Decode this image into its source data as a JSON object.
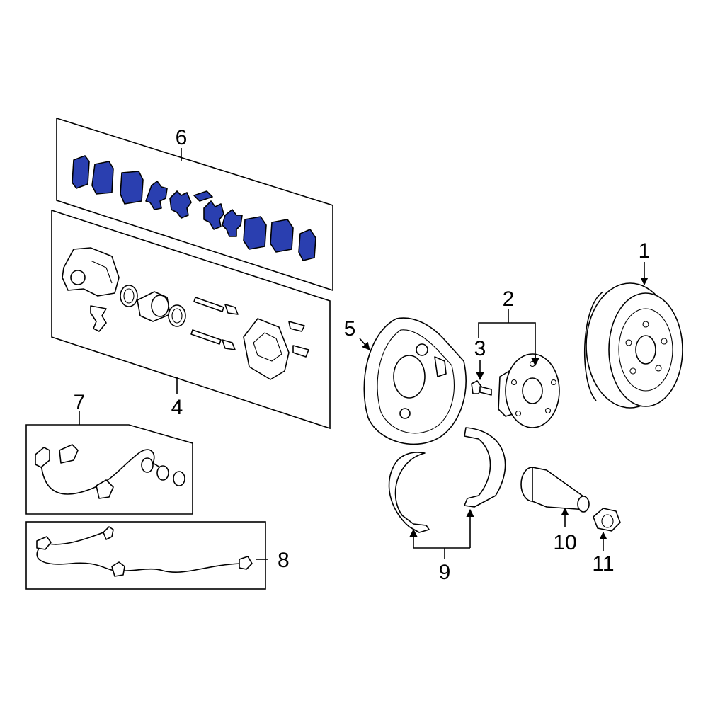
{
  "diagram": {
    "callouts": {
      "c1": "1",
      "c2": "2",
      "c3": "3",
      "c4": "4",
      "c5": "5",
      "c6": "6",
      "c7": "7",
      "c8": "8",
      "c9": "9",
      "c10": "10",
      "c11": "11"
    },
    "colors": {
      "highlight": "#2a3fb0",
      "line": "#000000",
      "background": "#ffffff"
    }
  }
}
